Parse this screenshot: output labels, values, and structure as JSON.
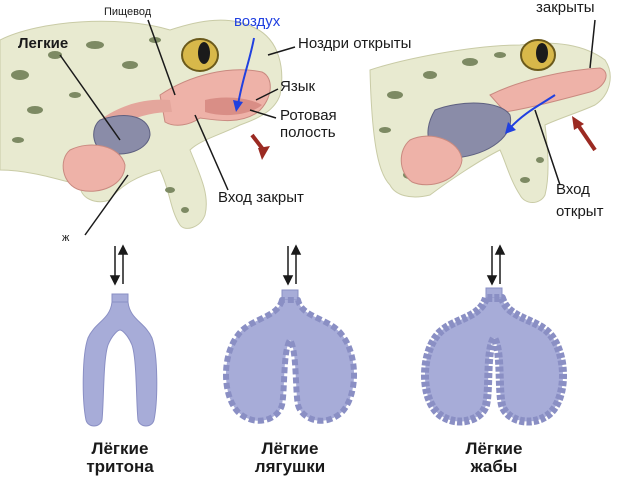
{
  "labels": {
    "esophagus": "Пищевод",
    "lungs": "Легкие",
    "air": "воздух",
    "nostrils_open": "Ноздри открыты",
    "tongue": "Язык",
    "oral_cavity": "Ротовая\nполость",
    "entry_closed": "Вход закрыт",
    "nostrils_closed_fragment": "закрыты",
    "entry_open_line1": "Вход",
    "entry_open_line2": "открыт",
    "small_mark": "ж"
  },
  "captions": {
    "newt_line1": "Лёгкие",
    "newt_line2": "тритона",
    "frog_line1": "Лёгкие",
    "frog_line2": "лягушки",
    "toad_line1": "Лёгкие",
    "toad_line2": "жабы"
  },
  "colors": {
    "frog_skin": "#e8ead0",
    "frog_spot": "#7d8a63",
    "mouth": "#eeb2a8",
    "lung_sac": "#8a8ca8",
    "lung_fill": "#a7acd8",
    "lung_outline": "#8a8fc4",
    "air_arrow": "#2040e0",
    "motion_arrow": "#9b2a22"
  }
}
